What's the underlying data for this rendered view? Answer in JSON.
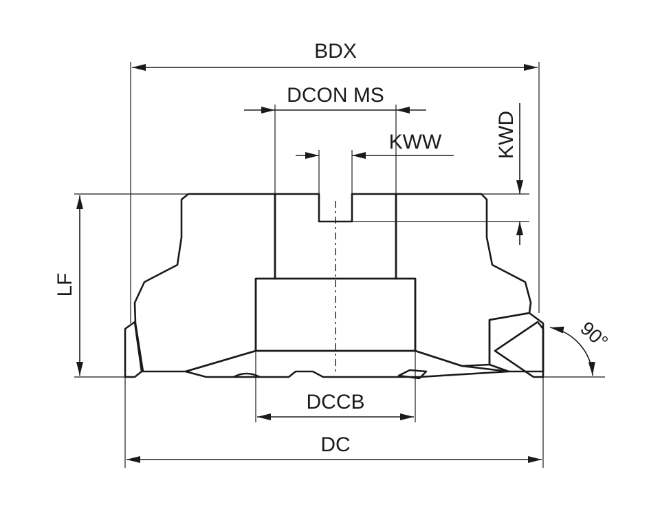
{
  "labels": {
    "bdx": "BDX",
    "dcon_ms": "DCON MS",
    "kww": "KWW",
    "kwd": "KWD",
    "lf": "LF",
    "angle": "90°",
    "dccb": "DCCB",
    "dc": "DC"
  },
  "colors": {
    "insert": "#e8a317",
    "body": "#b9b9b9",
    "bore": "#d4d4d4",
    "line": "#1a1a1a"
  }
}
